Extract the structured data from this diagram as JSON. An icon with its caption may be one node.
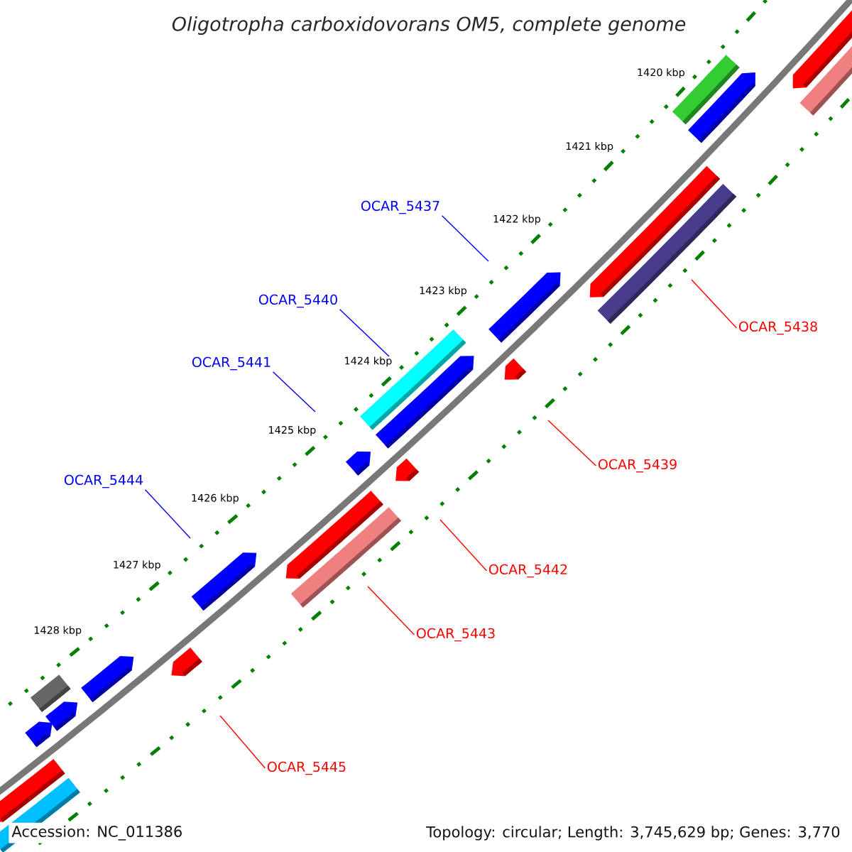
{
  "diagram": {
    "title": "Oligotropha carboxidovorans OM5, complete genome",
    "nodes": [
      {
        "text": [
          "OCAR_5437"
        ]
      },
      {
        "text": [
          "OCAR_5440"
        ]
      },
      {
        "text": [
          "OCAR_5438"
        ]
      },
      {
        "text": [
          "OCAR_5441"
        ]
      },
      {
        "text": [
          "OCAR_5439"
        ]
      },
      {
        "text": [
          "OCAR_5444"
        ]
      },
      {
        "text": [
          "OCAR_5442"
        ]
      },
      {
        "text": [
          "OCAR_5443"
        ]
      },
      {
        "text": [
          "OCAR_5445"
        ]
      }
    ],
    "edges": [
      {
        "from": 0,
        "to": null,
        "arrow": "none",
        "color": "#0000ff"
      },
      {
        "from": 1,
        "to": null,
        "arrow": "none",
        "color": "#0000ff"
      },
      {
        "from": 2,
        "to": null,
        "arrow": "none"
      },
      {
        "from": 3,
        "to": null,
        "arrow": "none",
        "color": "#0000ff"
      },
      {
        "from": 4,
        "to": null,
        "arrow": "none"
      },
      {
        "from": 5,
        "to": null,
        "arrow": "none",
        "color": "#0000ff"
      },
      {
        "from": 6,
        "to": null,
        "arrow": "none"
      },
      {
        "from": 7,
        "to": null,
        "arrow": "none"
      },
      {
        "from": 8,
        "to": null,
        "arrow": "none"
      }
    ],
    "labels": [
      "1420 kbp",
      "1421 kbp",
      "1422 kbp",
      "1423 kbp",
      "1424 kbp",
      "1425 kbp",
      "1426 kbp",
      "1427 kbp",
      "1428 kbp",
      "Accession: NC_011386",
      "Topology: circular; Length: 3,745,629 bp; Genes: 3,770"
    ]
  }
}
